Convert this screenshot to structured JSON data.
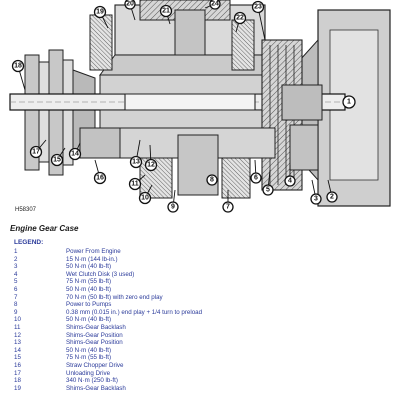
{
  "figure_id": "H58307",
  "caption": "Engine Gear Case",
  "legend_title": "LEGEND:",
  "callouts": [
    "1",
    "2",
    "3",
    "4",
    "5",
    "6",
    "7",
    "8",
    "9",
    "10",
    "11",
    "12",
    "13",
    "14",
    "15",
    "16",
    "17",
    "18",
    "19",
    "20",
    "21",
    "22",
    "23",
    "24"
  ],
  "legend": [
    {
      "num": "1",
      "text": "Power From Engine"
    },
    {
      "num": "2",
      "text": "15 N·m (144 lb-in.)"
    },
    {
      "num": "3",
      "text": "50 N·m (40 lb-ft)"
    },
    {
      "num": "4",
      "text": "Wet Clutch Disk (3 used)"
    },
    {
      "num": "5",
      "text": "75 N·m (55 lb-ft)"
    },
    {
      "num": "6",
      "text": "50 N·m (40 lb-ft)"
    },
    {
      "num": "7",
      "text": "70 N·m (50 lb-ft) with zero end play"
    },
    {
      "num": "8",
      "text": "Power to Pumps"
    },
    {
      "num": "9",
      "text": "0.38 mm (0.015 in.) end play + 1/4 turn to preload"
    },
    {
      "num": "10",
      "text": "50 N·m (40 lb-ft)"
    },
    {
      "num": "11",
      "text": "Shims-Gear Backlash"
    },
    {
      "num": "12",
      "text": "Shims-Gear Position"
    },
    {
      "num": "13",
      "text": "Shims-Gear Position"
    },
    {
      "num": "14",
      "text": "50 N·m (40 lb-ft)"
    },
    {
      "num": "15",
      "text": "75 N·m (55 lb-ft)"
    },
    {
      "num": "16",
      "text": "Straw Chopper Drive"
    },
    {
      "num": "17",
      "text": "Unloading Drive"
    },
    {
      "num": "18",
      "text": "340 N·m (250 lb-ft)"
    },
    {
      "num": "19",
      "text": "Shims-Gear Backlash"
    }
  ]
}
